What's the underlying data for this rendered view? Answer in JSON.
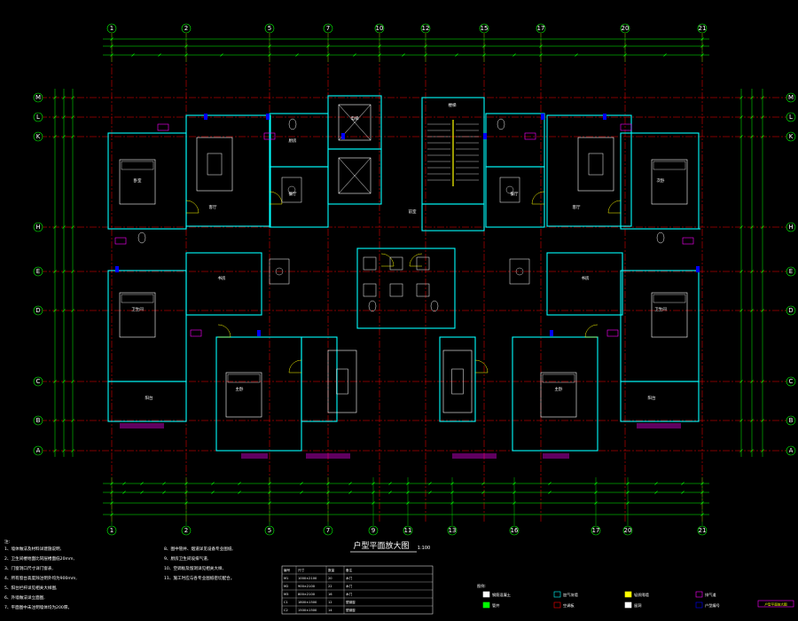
{
  "drawing": {
    "title": "户型平面放大图",
    "title_scale": "1:100",
    "colors": {
      "background": "#000000",
      "axis": "#ff0000",
      "wall": "#00ffff",
      "dimension": "#00ff00",
      "furniture": "#ffffff",
      "door": "#ffff00",
      "window": "#ff00ff",
      "accent": "#0000ff",
      "stair": "#ffff00"
    },
    "axes_top": [
      "1",
      "2",
      "5",
      "7",
      "10",
      "12",
      "15",
      "17",
      "20",
      "21"
    ],
    "axes_bottom": [
      "1",
      "2",
      "5",
      "7",
      "9",
      "11",
      "13",
      "16",
      "17",
      "20",
      "21"
    ],
    "axes_left": [
      "M",
      "L",
      "K",
      "H",
      "E",
      "D",
      "C",
      "B",
      "A"
    ],
    "axes_right": [
      "M",
      "L",
      "K",
      "H",
      "E",
      "D",
      "C",
      "B",
      "A"
    ],
    "rooms": [
      "卧室",
      "客厅",
      "餐厅",
      "厨房",
      "卫生间",
      "阳台",
      "电梯",
      "楼梯",
      "前室",
      "主卧",
      "次卧",
      "书房"
    ],
    "notes": {
      "heading": "注:",
      "col1": [
        "1、墙体做法及材料详建施说明,",
        "2、卫生间楼地面比同层楼面低20mm,",
        "3、门窗洞口尺寸详门窗表,",
        "4、所有窗台高度除注明外均为900mm,",
        "5、阳台栏杆详见相关大样图,",
        "6、外墙做法详立面图,",
        "7、平面图中未注明墙体均为200厚。"
      ],
      "col2": [
        "8、图中管井、烟道详见设备专业图纸,",
        "9、厨房卫生间设排气道,",
        "10、空调板及留洞详见相关大样,",
        "11、施工时应与各专业图纸密切配合。"
      ]
    },
    "door_table": {
      "headers": [
        "编号",
        "尺寸",
        "数量",
        "备注"
      ],
      "rows": [
        [
          "M1",
          "1000×2100",
          "20",
          "木门"
        ],
        [
          "M2",
          "900×2100",
          "22",
          "木门"
        ],
        [
          "M3",
          "800×2100",
          "16",
          "木门"
        ],
        [
          "C1",
          "1800×1500",
          "12",
          "塑钢窗"
        ],
        [
          "C2",
          "1500×1500",
          "14",
          "塑钢窗"
        ]
      ]
    },
    "legend": {
      "heading": "图例:",
      "items": [
        "钢筋混凝土",
        "加气块墙",
        "轻质隔墙",
        "排气道",
        "管井",
        "空调板",
        "留洞",
        "户型编号"
      ]
    },
    "stamp": "户型平面放大图"
  }
}
